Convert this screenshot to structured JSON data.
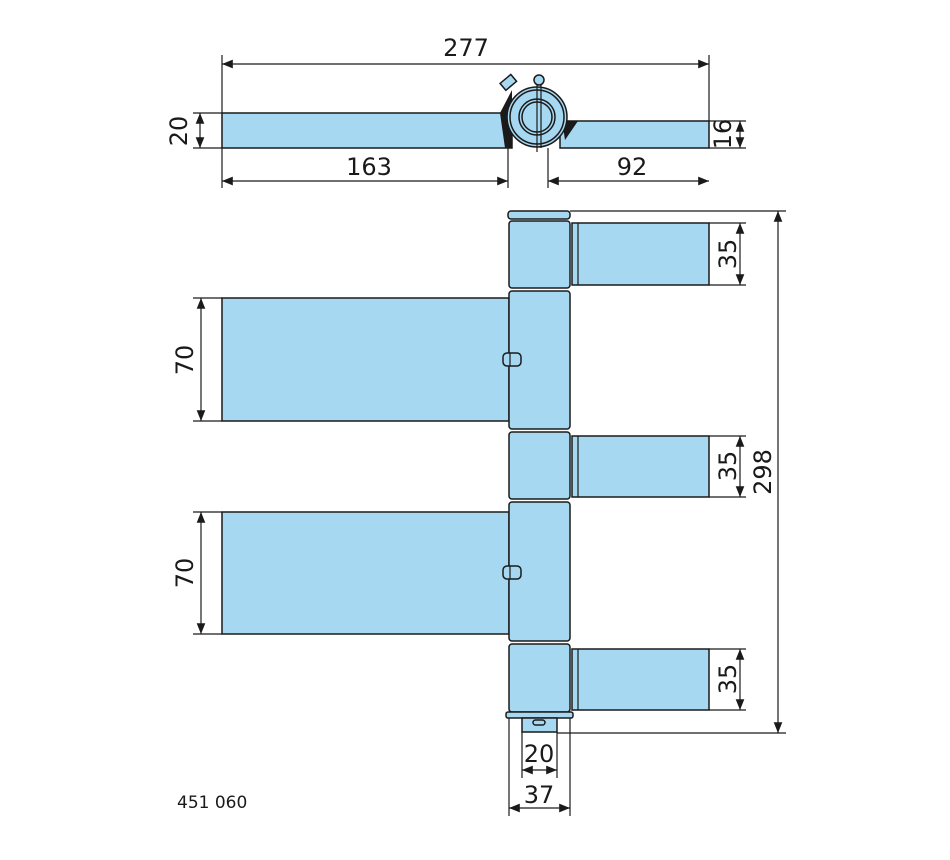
{
  "dimensions": {
    "overall_width": "277",
    "leaf_thickness_left": "20",
    "left_leaf_length": "163",
    "right_leaf_length": "92",
    "leaf_thickness_right": "16",
    "right_leaf_height_top": "35",
    "right_leaf_height_middle": "35",
    "right_leaf_height_bottom": "35",
    "left_leaf_height_upper": "70",
    "left_leaf_height_lower": "70",
    "overall_height": "298",
    "pin_width": "20",
    "barrel_diameter": "37"
  },
  "article_number": "451 060",
  "colors": {
    "part_fill": "#a6d8f2",
    "line": "#1a1a1a"
  }
}
